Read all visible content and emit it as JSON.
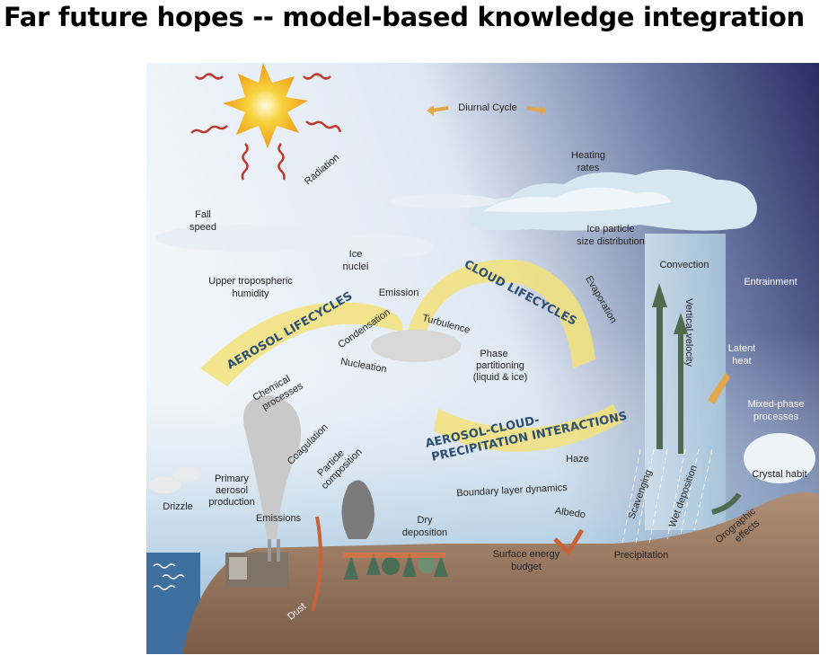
{
  "slide": {
    "title": "Far future hopes -- model-based knowledge integration"
  },
  "figure": {
    "banners": {
      "aerosol_lifecycles": "AEROSOL LIFECYCLES",
      "cloud_lifecycles": "CLOUD LIFECYCLES",
      "acp_line1": "AEROSOL-CLOUD-",
      "acp_line2": "PRECIPITATION INTERACTIONS"
    },
    "labels": {
      "diurnal_cycle": "Diurnal Cycle",
      "radiation": "Radiation",
      "heating_rates_1": "Heating",
      "heating_rates_2": "rates",
      "fall_speed_1": "Fall",
      "fall_speed_2": "speed",
      "ice_nuclei_1": "Ice",
      "ice_nuclei_2": "nuclei",
      "ice_particle_1": "Ice particle",
      "ice_particle_2": "size distribution",
      "convection": "Convection",
      "entrainment": "Entrainment",
      "upper_humidity_1": "Upper tropospheric",
      "upper_humidity_2": "humidity",
      "emission": "Emission",
      "evaporation": "Evaporation",
      "vertical_velocity": "Vertical velocity",
      "turbulence": "Turbulence",
      "condensation": "Condensation",
      "latent_heat_1": "Latent",
      "latent_heat_2": "heat",
      "phase_1": "Phase",
      "phase_2": "partitioning",
      "phase_3": "(liquid & ice)",
      "nucleation": "Nucleation",
      "chemical_1": "Chemical",
      "chemical_2": "processes",
      "mixed_phase_1": "Mixed-phase",
      "mixed_phase_2": "processes",
      "coagulation": "Coagulation",
      "haze": "Haze",
      "crystal_habit": "Crystal habit",
      "particle_1": "Particle",
      "particle_2": "composition",
      "primary_1": "Primary",
      "primary_2": "aerosol",
      "primary_3": "production",
      "boundary_layer": "Boundary layer dynamics",
      "drizzle": "Drizzle",
      "emissions": "Emissions",
      "albedo": "Albedo",
      "scavenging": "Scavenging",
      "wet_deposition": "Wet deposition",
      "dry_deposition_1": "Dry",
      "dry_deposition_2": "deposition",
      "orographic_1": "Orographic",
      "orographic_2": "effects",
      "surface_energy_1": "Surface energy",
      "surface_energy_2": "budget",
      "precipitation": "Precipitation",
      "dust": "Dust"
    },
    "colors": {
      "sky_light": "#eef3f9",
      "sky_dark": "#2a2c63",
      "ground": "#a8846a",
      "banner": "#f3e27a",
      "banner_text": "#2d4f74",
      "radiation": "#c0392b",
      "arrow_orange": "#e0a84a",
      "arrow_green": "#4f6b4e"
    }
  }
}
